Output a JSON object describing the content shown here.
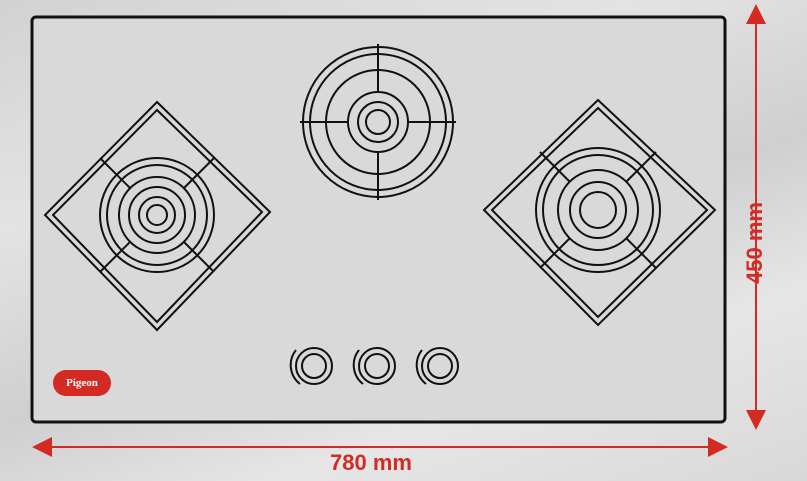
{
  "dimensions": {
    "width_label": "780 mm",
    "height_label": "450 mm"
  },
  "brand": {
    "logo_text": "Pigeon"
  },
  "colors": {
    "accent": "#d22b23",
    "outline": "#111111",
    "panel": "#d6d6d6"
  },
  "components": {
    "burners": [
      "left-burner",
      "center-burner",
      "right-burner"
    ],
    "knobs": [
      "knob-1",
      "knob-2",
      "knob-3"
    ]
  }
}
